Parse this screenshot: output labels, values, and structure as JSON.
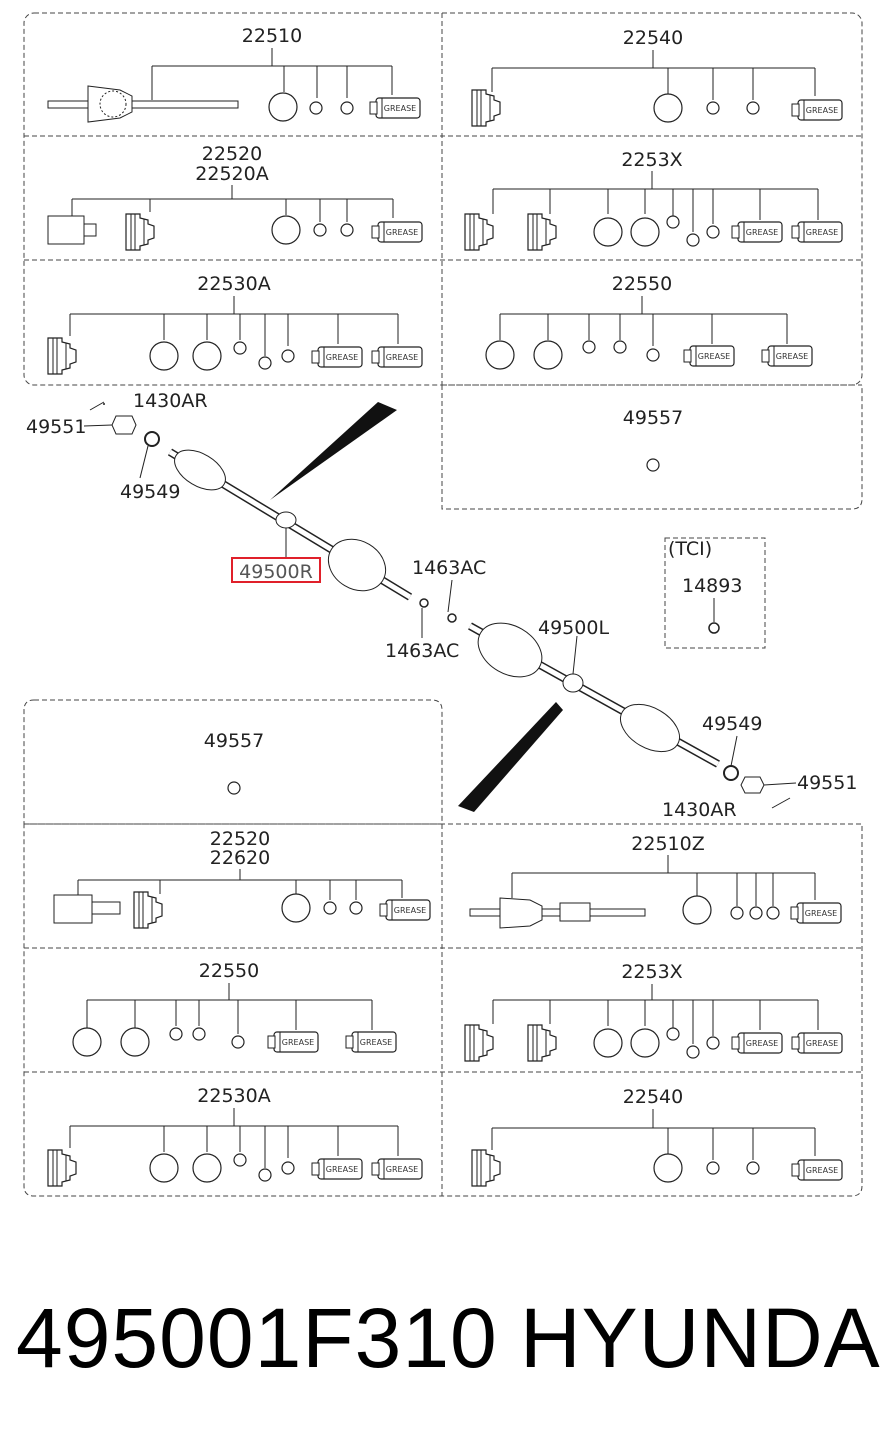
{
  "panels": {
    "top_left": [
      {
        "label": "22510"
      },
      {
        "label": "22520",
        "label2": "22520A"
      },
      {
        "label": "22530A"
      }
    ],
    "top_right": [
      {
        "label": "22540"
      },
      {
        "label": "2253X"
      },
      {
        "label": "22550"
      },
      {
        "label": "49557"
      }
    ],
    "bottom_left": [
      {
        "label": "49557"
      },
      {
        "label": "22520",
        "label2": "22620"
      },
      {
        "label": "22550"
      },
      {
        "label": "22530A"
      }
    ],
    "bottom_right": [
      {
        "label": "22510Z"
      },
      {
        "label": "2253X"
      },
      {
        "label": "22540"
      }
    ]
  },
  "callouts": {
    "right_shaft": {
      "pin": "1430AR",
      "nut": "49551",
      "washer": "49549",
      "shaft": "49500R",
      "clip_top": "1463AC",
      "clip_bottom": "1463AC"
    },
    "left_shaft": {
      "shaft": "49500L",
      "washer": "49549",
      "nut": "49551",
      "pin": "1430AR"
    },
    "tci": {
      "title": "(TCI)",
      "part": "14893"
    }
  },
  "grease_text": "GREASE",
  "highlight_color": "#e0202a",
  "footer": {
    "part_number": "495001F310",
    "brand": "HYUNDAI"
  }
}
